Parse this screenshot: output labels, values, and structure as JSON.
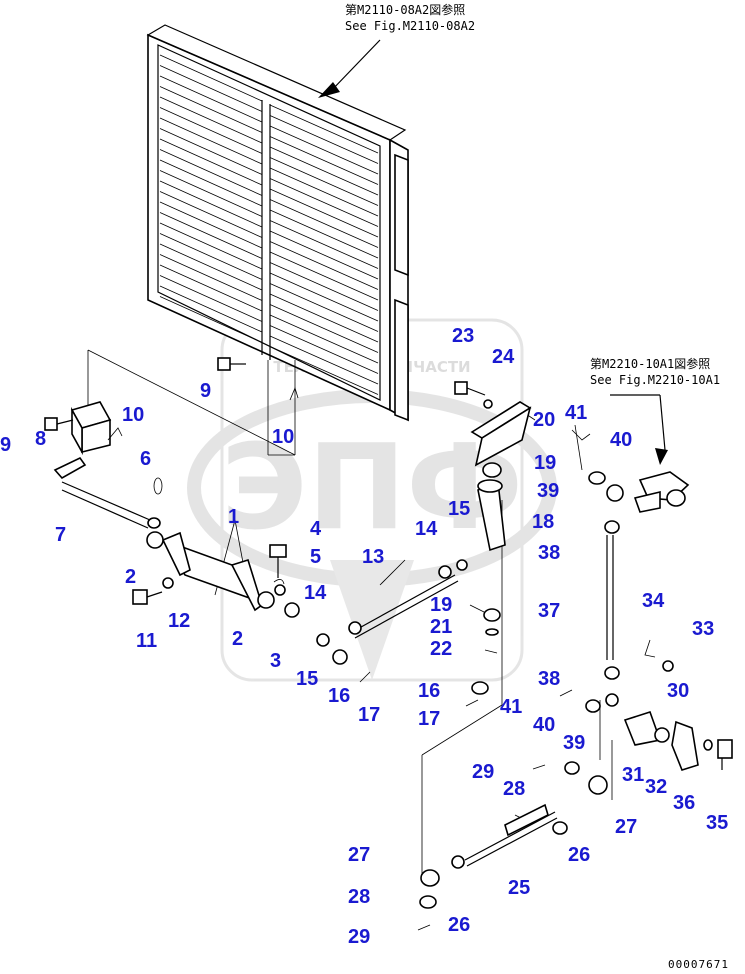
{
  "references": {
    "top_jp": "第M2110-08A2図参照",
    "top_en": "See Fig.M2110-08A2",
    "right_jp": "第M2210-10A1図参照",
    "right_en": "See Fig.M2210-10A1"
  },
  "watermark": {
    "top_text": "ТЕХНИКА ♻ ЗАПЧАСТИ",
    "main_text": "ЭПФ"
  },
  "document_number": "00007671",
  "callouts": [
    "1",
    "2",
    "2",
    "3",
    "4",
    "5",
    "6",
    "7",
    "8",
    "9",
    "9",
    "10",
    "10",
    "11",
    "12",
    "13",
    "14",
    "14",
    "15",
    "15",
    "16",
    "16",
    "17",
    "17",
    "18",
    "19",
    "19",
    "20",
    "21",
    "22",
    "23",
    "24",
    "25",
    "26",
    "26",
    "27",
    "27",
    "28",
    "28",
    "29",
    "29",
    "30",
    "31",
    "32",
    "33",
    "34",
    "35",
    "36",
    "37",
    "38",
    "38",
    "39",
    "39",
    "40",
    "40",
    "41",
    "41"
  ],
  "colors": {
    "callout": "#1a1ad0",
    "line": "#000000"
  }
}
